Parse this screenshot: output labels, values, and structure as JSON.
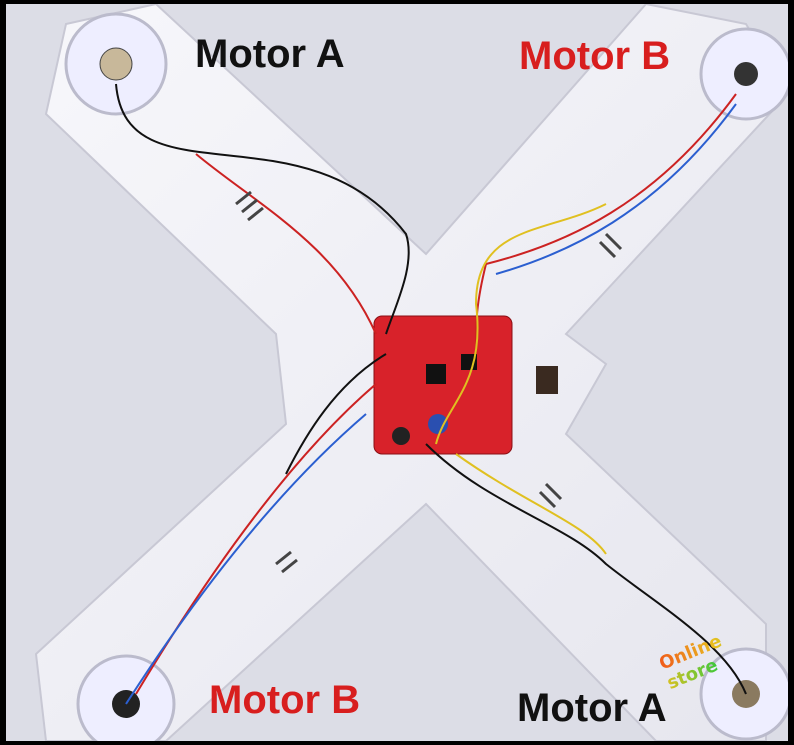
{
  "labels": {
    "top_left": "Motor A",
    "top_right": "Motor B",
    "bottom_left": "Motor B",
    "bottom_right": "Motor A"
  },
  "watermark": "Online store",
  "colors": {
    "motor_a": "#111111",
    "motor_b": "#d81e1e",
    "frame": "#f2f2f6",
    "pcb": "#d8222a",
    "background": "#dcdde6"
  }
}
